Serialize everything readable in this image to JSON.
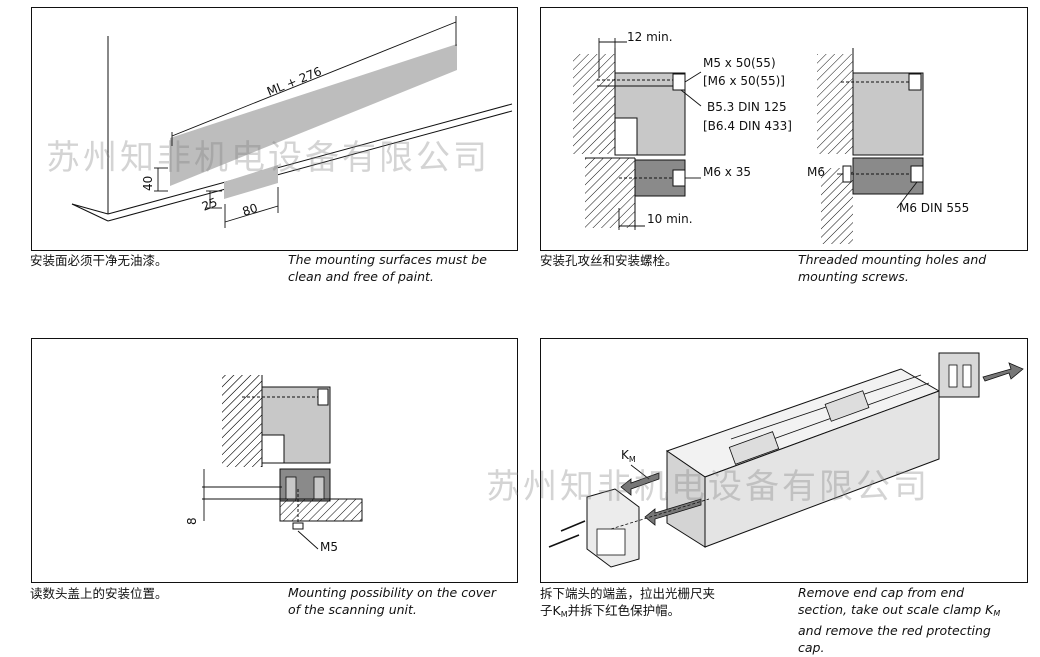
{
  "panels": {
    "p1": {
      "dim_ml": "ML + 276",
      "dim_40": "40",
      "dim_25": "25",
      "dim_80": "80",
      "caption_cn": "安装面必须干净无油漆。",
      "caption_en": "The mounting surfaces must be\nclean and free of paint."
    },
    "p2": {
      "dim_12min": "12 min.",
      "screw_top_1": "M5 x 50(55)",
      "screw_top_2": "[M6 x 50(55)]",
      "washer_1": "B5.3 DIN 125",
      "washer_2": "[B6.4 DIN 433]",
      "screw_mid": "M6 x 35",
      "dim_10min": "10 min.",
      "m6": "M6",
      "nut": "M6 DIN 555",
      "caption_cn": "安装孔攻丝和安装螺栓。",
      "caption_en": "Threaded mounting holes and\nmounting screws."
    },
    "p3": {
      "dim_8": "8",
      "m5": "M5",
      "caption_cn": "读数头盖上的安装位置。",
      "caption_en": "Mounting possibility on the cover\nof the scanning unit."
    },
    "p4": {
      "km_main": "K",
      "km_sub": "M",
      "caption_cn_1": "拆下端头的端盖，拉出光栅尺夹",
      "caption_cn_2a": "子K",
      "caption_cn_2sub": "M",
      "caption_cn_2b": "并拆下红色保护帽。",
      "caption_en_1": "Remove end cap from end",
      "caption_en_2a": "section, take out scale clamp K",
      "caption_en_2sub": "M",
      "caption_en_3": "and remove the red protecting",
      "caption_en_4": "cap."
    }
  },
  "watermark": "苏州知非机电设备有限公司"
}
